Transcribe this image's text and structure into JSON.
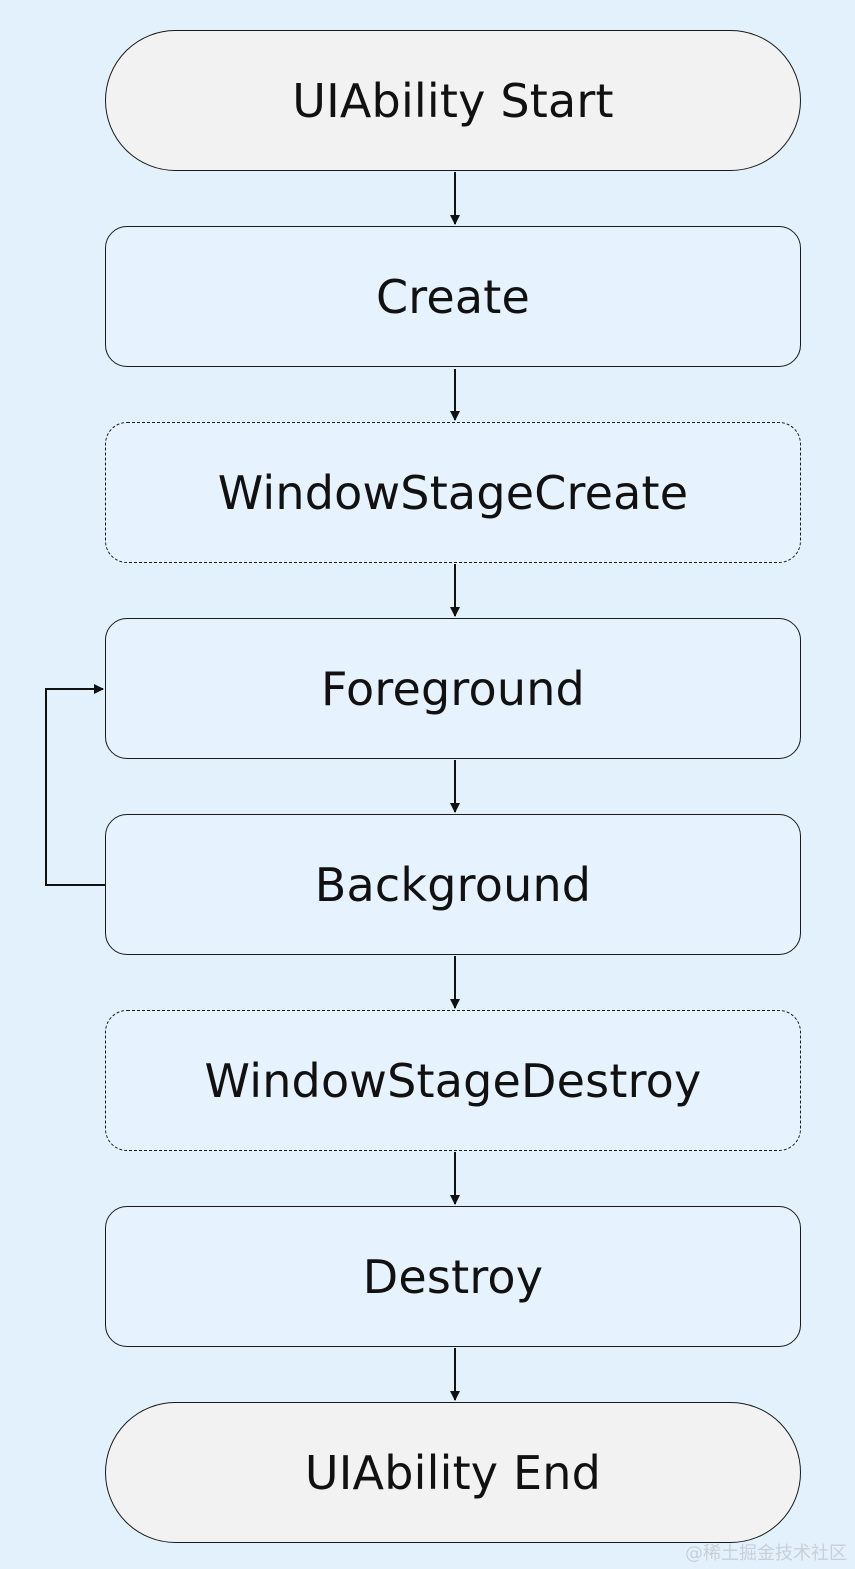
{
  "diagram": {
    "nodes": [
      {
        "id": "uiability-start",
        "label": "UIAbility Start",
        "kind": "terminal"
      },
      {
        "id": "create",
        "label": "Create",
        "kind": "process"
      },
      {
        "id": "window-stage-create",
        "label": "WindowStageCreate",
        "kind": "dashed"
      },
      {
        "id": "foreground",
        "label": "Foreground",
        "kind": "process"
      },
      {
        "id": "background",
        "label": "Background",
        "kind": "process"
      },
      {
        "id": "window-stage-destroy",
        "label": "WindowStageDestroy",
        "kind": "dashed"
      },
      {
        "id": "destroy",
        "label": "Destroy",
        "kind": "process"
      },
      {
        "id": "uiability-end",
        "label": "UIAbility End",
        "kind": "terminal"
      }
    ],
    "edges": [
      {
        "from": "uiability-start",
        "to": "create"
      },
      {
        "from": "create",
        "to": "window-stage-create"
      },
      {
        "from": "window-stage-create",
        "to": "foreground"
      },
      {
        "from": "foreground",
        "to": "background"
      },
      {
        "from": "background",
        "to": "foreground"
      },
      {
        "from": "background",
        "to": "window-stage-destroy"
      },
      {
        "from": "window-stage-destroy",
        "to": "destroy"
      },
      {
        "from": "destroy",
        "to": "uiability-end"
      }
    ]
  },
  "watermark": "@稀土掘金技术社区",
  "colors": {
    "background": "#e3f1fd",
    "node_fill": "#e6f2fd",
    "terminal_fill": "#f2f2f2",
    "stroke": "#1a1a1a"
  }
}
